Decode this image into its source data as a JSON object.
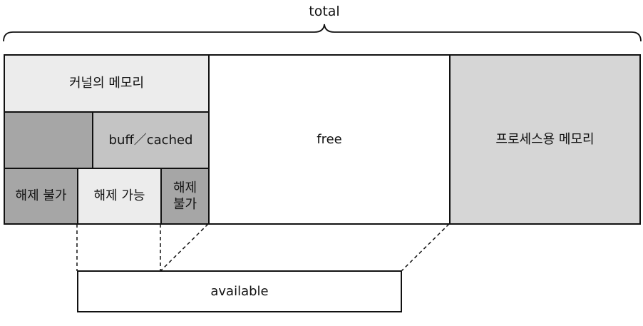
{
  "total_label": "total",
  "kernel_memory": "커널의 메모리",
  "buff_cached": "buff／cached",
  "not_reclaimable_left": "해제 불가",
  "reclaimable": "해제 가능",
  "not_reclaimable_right_line1": "해제",
  "not_reclaimable_right_line2": "불가",
  "free": "free",
  "process_memory": "프로세스용 메모리",
  "available": "available",
  "colors": {
    "kernel": "#ececec",
    "dark_gray": "#a6a6a6",
    "buff_cached": "#c4c4c4",
    "process": "#d6d6d6",
    "white": "#ffffff"
  }
}
